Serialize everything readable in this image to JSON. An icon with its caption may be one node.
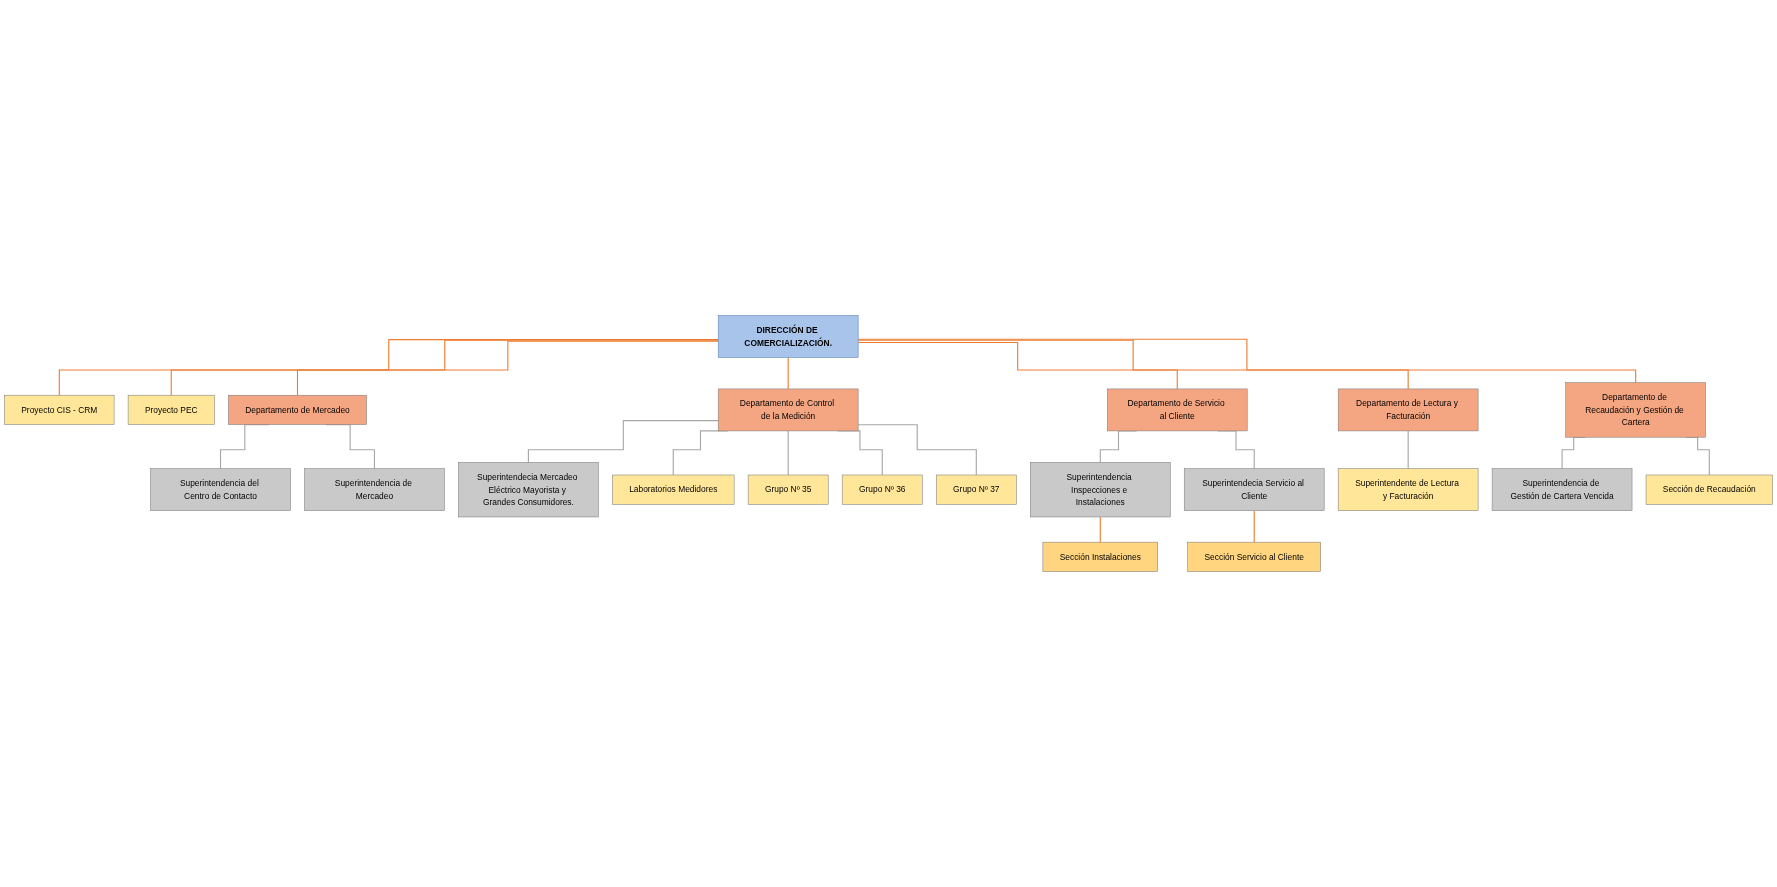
{
  "diagram": {
    "nodes": [
      {
        "text": [
          "DIRECCIÓN DE COMERCIALIZACIÓN."
        ]
      },
      {
        "text": [
          "Proyecto CIS - CRM"
        ]
      },
      {
        "text": [
          "Proyecto PEC"
        ]
      },
      {
        "text": [
          "Departamento de Mercadeo"
        ]
      },
      {
        "text": [
          "Departamento de Control de la Medición"
        ]
      },
      {
        "text": [
          "Departamento de Servicio al Cliente"
        ]
      },
      {
        "text": [
          "Departamento de Lectura y Facturación"
        ]
      },
      {
        "text": [
          "Departamento de Recaudación y Gestión de Cartera"
        ]
      },
      {
        "text": [
          "Superintendencia del Centro de Contacto"
        ]
      },
      {
        "text": [
          "Superintendencia de Mercadeo"
        ]
      },
      {
        "text": [
          "Superintendecia Mercadeo Eléctrico Mayorista y Grandes Consumidores."
        ]
      },
      {
        "text": [
          "Laboratorios Medidores"
        ]
      },
      {
        "text": [
          "Grupo Nº 35"
        ]
      },
      {
        "text": [
          "Grupo Nº 36"
        ]
      },
      {
        "text": [
          "Grupo Nº 37"
        ]
      },
      {
        "text": [
          "Superintendencia Inspecciones e Instalaciones"
        ]
      },
      {
        "text": [
          "Superintendecia Servicio al Cliente"
        ]
      },
      {
        "text": [
          "Sección Instalaciones"
        ]
      },
      {
        "text": [
          "Sección Servicio al Cliente"
        ]
      },
      {
        "text": [
          "Superintendente de Lectura y Facturación"
        ]
      },
      {
        "text": [
          "Superintendencia de Gestión de Cartera Vencida"
        ]
      },
      {
        "text": [
          "Sección de Recaudación"
        ]
      }
    ],
    "edges": [
      {
        "from": 0,
        "to": 1,
        "arrow": "none",
        "color": "#ed7d31"
      },
      {
        "from": 0,
        "to": 2,
        "arrow": "none",
        "color": "#ed7d31"
      },
      {
        "from": 0,
        "to": 3,
        "arrow": "none",
        "color": "#ed7d31"
      },
      {
        "from": 0,
        "to": 4,
        "arrow": "none",
        "color": "#ed7d31"
      },
      {
        "from": 0,
        "to": 5,
        "arrow": "none",
        "color": "#ed7d31"
      },
      {
        "from": 0,
        "to": 6,
        "arrow": "none",
        "color": "#ed7d31"
      },
      {
        "from": 0,
        "to": 7,
        "arrow": "none",
        "color": "#ed7d31"
      },
      {
        "from": 3,
        "to": 8,
        "arrow": "none"
      },
      {
        "from": 3,
        "to": 9,
        "arrow": "none"
      },
      {
        "from": 4,
        "to": 10,
        "arrow": "none"
      },
      {
        "from": 4,
        "to": 11,
        "arrow": "none"
      },
      {
        "from": 4,
        "to": 12,
        "arrow": "none"
      },
      {
        "from": 4,
        "to": 13,
        "arrow": "none"
      },
      {
        "from": 4,
        "to": 14,
        "arrow": "none"
      },
      {
        "from": 5,
        "to": 15,
        "arrow": "none"
      },
      {
        "from": 5,
        "to": 16,
        "arrow": "none"
      },
      {
        "from": 15,
        "to": 17,
        "arrow": "none",
        "color": "#ed7d31"
      },
      {
        "from": 16,
        "to": 18,
        "arrow": "none",
        "color": "#ed7d31"
      },
      {
        "from": 6,
        "to": 19,
        "arrow": "none"
      },
      {
        "from": 7,
        "to": 20,
        "arrow": "none"
      },
      {
        "from": 7,
        "to": 21,
        "arrow": "none"
      }
    ]
  }
}
